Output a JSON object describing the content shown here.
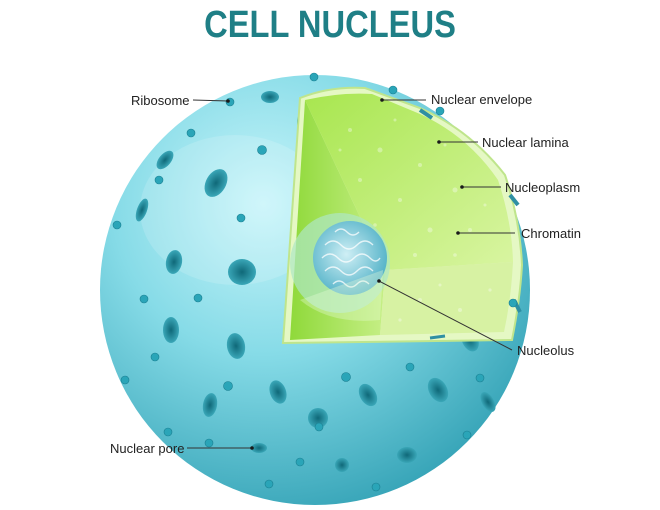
{
  "title": "CELL NUCLEUS",
  "labels": {
    "ribosome": "Ribosome",
    "nuclear_envelope": "Nuclear envelope",
    "nuclear_lamina": "Nuclear lamina",
    "nucleoplasm": "Nucleoplasm",
    "chromatin": "Chromatin",
    "nucleolus": "Nucleolus",
    "nuclear_pore": "Nuclear pore"
  },
  "colors": {
    "title": "#1f7f86",
    "sphere_light": "#b9f0f6",
    "sphere_mid": "#6fd0de",
    "sphere_dark": "#2d9fb2",
    "green_light": "#d8f59a",
    "green_mid": "#9ee04a",
    "nucleolus": "#7ac6d8",
    "leader_line": "#333333"
  }
}
